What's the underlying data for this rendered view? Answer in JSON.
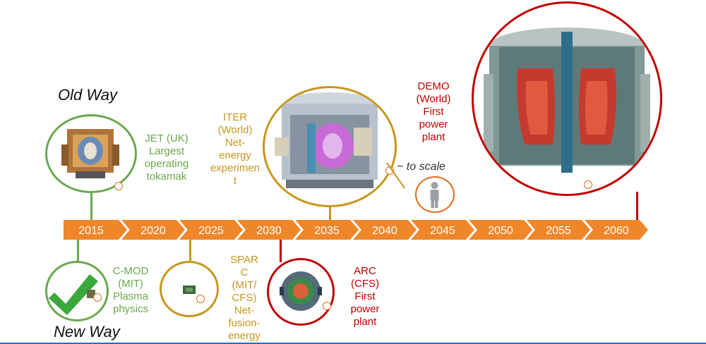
{
  "headings": {
    "old_way": "Old Way",
    "new_way": "New Way"
  },
  "colors": {
    "timeline": "#f0862a",
    "jet": "#6aa84f",
    "iter": "#c8961c",
    "red": "#c00000",
    "human": "#e06d1c"
  },
  "timeline": {
    "years": [
      "2015",
      "2020",
      "2025",
      "2030",
      "2035",
      "2040",
      "2045",
      "2050",
      "2055",
      "2060"
    ]
  },
  "devices": {
    "jet": {
      "lines": [
        "JET (UK)",
        "Largest",
        "operating",
        "tokamak"
      ]
    },
    "iter": {
      "lines": [
        "ITER",
        "(World)",
        "Net-",
        "energy",
        "experimen",
        "t"
      ]
    },
    "demo": {
      "lines": [
        "DEMO",
        "(World)",
        "First",
        "power",
        "plant"
      ]
    },
    "cmod": {
      "lines": [
        "C-MOD",
        "(MIT)",
        "Plasma",
        "physics"
      ]
    },
    "sparc": {
      "lines": [
        "SPAR",
        "C",
        "(MIT/",
        "CFS)",
        "Net-",
        "fusion-",
        "energy"
      ]
    },
    "arc": {
      "lines": [
        "ARC",
        "(CFS)",
        "First",
        "power",
        "plant"
      ]
    }
  },
  "scale_note": "~ to scale",
  "icons": [
    "checkmark-icon",
    "person-icon",
    "info-icon"
  ]
}
